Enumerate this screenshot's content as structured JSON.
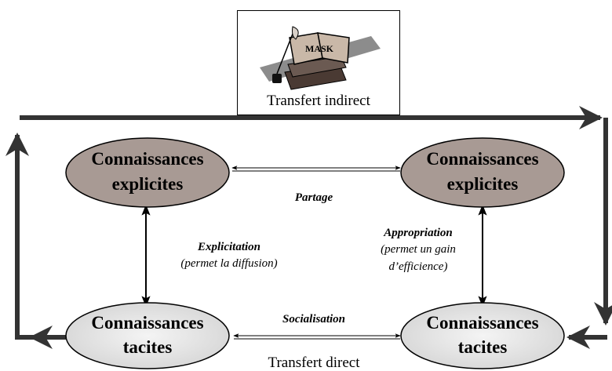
{
  "indirect_transfer": {
    "book_label": "MASK",
    "caption": "Transfert indirect"
  },
  "nodes": {
    "explicit_left": {
      "line1": "Connaissances",
      "line2": "explicites"
    },
    "explicit_right": {
      "line1": "Connaissances",
      "line2": "explicites"
    },
    "tacit_left": {
      "line1": "Connaissances",
      "line2": "tacites"
    },
    "tacit_right": {
      "line1": "Connaissances",
      "line2": "tacites"
    }
  },
  "links": {
    "partage": "Partage",
    "socialisation": "Socialisation",
    "explicitation_title": "Explicitation",
    "explicitation_note": "(permet la diffusion)",
    "appropriation_title": "Appropriation",
    "appropriation_note_1": "(permet un gain",
    "appropriation_note_2": "d’efficience)"
  },
  "direct_transfer": {
    "caption": "Transfert direct"
  },
  "colors": {
    "explicit_fill": "#a89a94",
    "tacit_fill": "#e6e6e6",
    "loop_stroke": "#333333"
  }
}
